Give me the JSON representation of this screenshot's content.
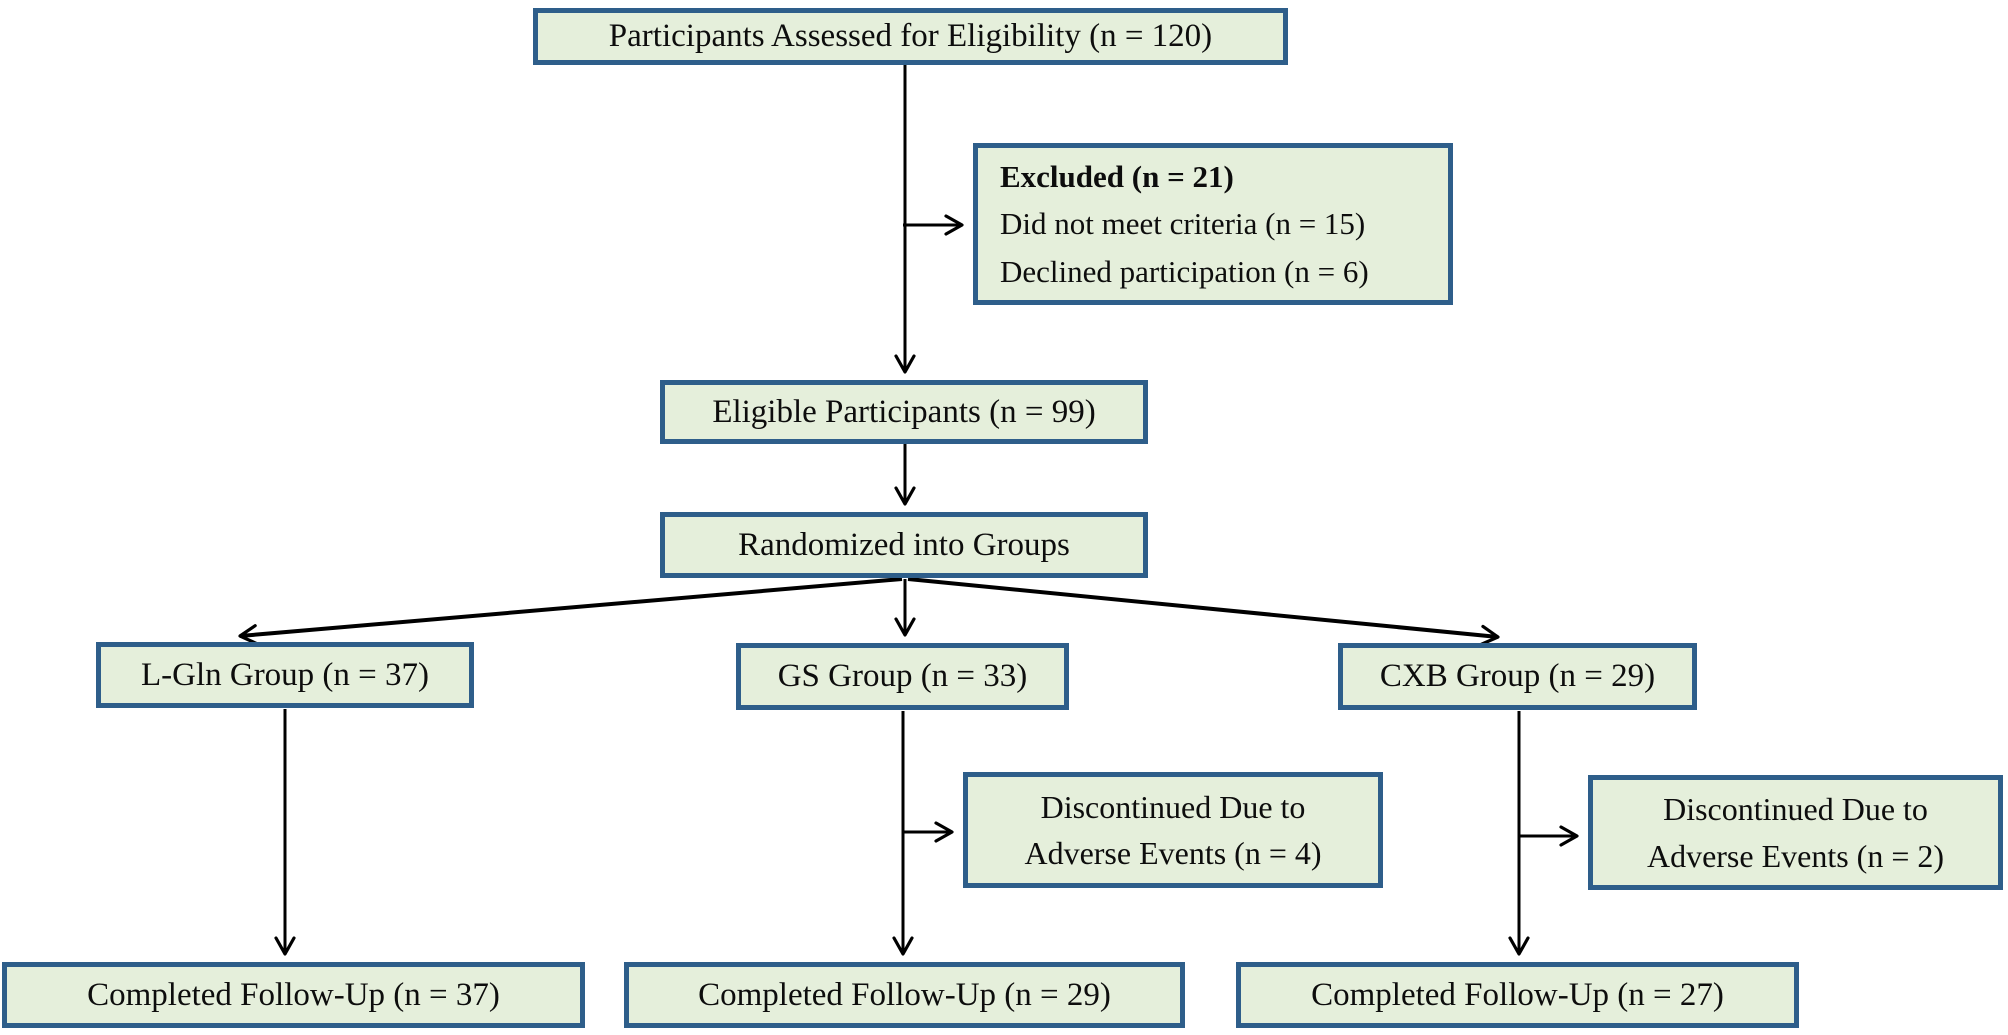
{
  "diagram": {
    "type": "flowchart",
    "description": "Participant flow diagram (CONSORT-style) with three study arms",
    "colors": {
      "box_fill": "#e5efdb",
      "box_border": "#2e5e8a",
      "line": "#000000",
      "text": "#0d0d0d",
      "background": "#ffffff"
    },
    "nodes": {
      "assessed": {
        "label": "Participants Assessed for Eligibility (n = 120)"
      },
      "excluded": {
        "title": "Excluded (n = 21)",
        "line1": "Did not meet criteria (n = 15)",
        "line2": "Declined participation (n = 6)"
      },
      "eligible": {
        "label": "Eligible Participants (n = 99)"
      },
      "randomized": {
        "label": "Randomized into Groups"
      },
      "group_lgln": {
        "label": "L-Gln Group (n = 37)"
      },
      "group_gs": {
        "label": "GS Group (n = 33)"
      },
      "group_cxb": {
        "label": "CXB Group (n = 29)"
      },
      "discontinued_gs": {
        "line1": "Discontinued Due to",
        "line2": "Adverse Events (n = 4)"
      },
      "discontinued_cxb": {
        "line1": "Discontinued Due to",
        "line2": "Adverse Events (n = 2)"
      },
      "completed_lgln": {
        "label": "Completed Follow-Up (n = 37)"
      },
      "completed_gs": {
        "label": "Completed Follow-Up (n = 29)"
      },
      "completed_cxb": {
        "label": "Completed Follow-Up (n = 27)"
      }
    }
  }
}
